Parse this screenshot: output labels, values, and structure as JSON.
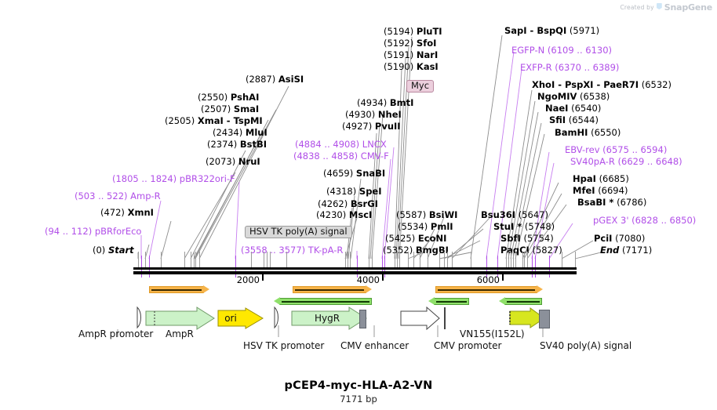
{
  "watermark": {
    "created_by": "Created by",
    "brand": "SnapGene"
  },
  "plasmid": {
    "name": "pCEP4-myc-HLA-A2-VN",
    "length": "7171 bp",
    "length_bp": 7171
  },
  "ruler": {
    "ticks": [
      {
        "label": "2000",
        "value": 2000
      },
      {
        "label": "4000",
        "value": 4000
      },
      {
        "label": "6000",
        "value": 6000
      }
    ]
  },
  "annotations": {
    "enzymes": [
      {
        "name": "Start",
        "pos": "(0)",
        "italic": true
      },
      {
        "name": "XmnI",
        "pos": "(472)"
      },
      {
        "name": "NruI",
        "pos": "(2073)"
      },
      {
        "name": "BstBI",
        "pos": "(2374)"
      },
      {
        "name": "MluI",
        "pos": "(2434)"
      },
      {
        "name": "XmaI - TspMI",
        "pos": "(2505)"
      },
      {
        "name": "SmaI",
        "pos": "(2507)"
      },
      {
        "name": "PshAI",
        "pos": "(2550)"
      },
      {
        "name": "AsiSI",
        "pos": "(2887)"
      },
      {
        "name": "MscI",
        "pos": "(4230)"
      },
      {
        "name": "BsrGI",
        "pos": "(4262)"
      },
      {
        "name": "SpeI",
        "pos": "(4318)"
      },
      {
        "name": "SnaBI",
        "pos": "(4659)"
      },
      {
        "name": "PvuII",
        "pos": "(4927)"
      },
      {
        "name": "NheI",
        "pos": "(4930)"
      },
      {
        "name": "BmtI",
        "pos": "(4934)"
      },
      {
        "name": "KasI",
        "pos": "(5190)"
      },
      {
        "name": "NarI",
        "pos": "(5191)"
      },
      {
        "name": "SfoI",
        "pos": "(5192)"
      },
      {
        "name": "PluTI",
        "pos": "(5194)"
      },
      {
        "name": "BmgBI",
        "pos": "(5352)"
      },
      {
        "name": "EcoNI",
        "pos": "(5425)"
      },
      {
        "name": "PmlI",
        "pos": "(5534)"
      },
      {
        "name": "BsiWI",
        "pos": "(5587)"
      },
      {
        "name": "Bsu36I",
        "pos": "(5647)"
      },
      {
        "name": "StuI *",
        "pos": "(5748)"
      },
      {
        "name": "SbfI",
        "pos": "(5754)"
      },
      {
        "name": "PaqCI",
        "pos": "(5827)"
      },
      {
        "name": "SapI - BspQI",
        "pos": "(5971)"
      },
      {
        "name": "XhoI - PspXI - PaeR7I",
        "pos": "(6532)"
      },
      {
        "name": "NgoMIV",
        "pos": "(6538)"
      },
      {
        "name": "NaeI",
        "pos": "(6540)"
      },
      {
        "name": "SfiI",
        "pos": "(6544)"
      },
      {
        "name": "BamHI",
        "pos": "(6550)"
      },
      {
        "name": "HpaI",
        "pos": "(6685)"
      },
      {
        "name": "MfeI",
        "pos": "(6694)"
      },
      {
        "name": "BsaBI *",
        "pos": "(6786)"
      },
      {
        "name": "PciI",
        "pos": "(7080)"
      },
      {
        "name": "End",
        "pos": "(7171)",
        "italic": true
      }
    ],
    "primers": [
      {
        "name": "pBRforEco",
        "pos": "(94 .. 112)"
      },
      {
        "name": "Amp-R",
        "pos": "(503 .. 522)"
      },
      {
        "name": "pBR322ori-F",
        "pos": "(1805 .. 1824)"
      },
      {
        "name": "TK-pA-R",
        "pos": "(3558 .. 3577)"
      },
      {
        "name": "CMV-F",
        "pos": "(4838 .. 4858)"
      },
      {
        "name": "LNCX",
        "pos": "(4884 .. 4908)"
      },
      {
        "name": "EGFP-N",
        "pos": "(6109 .. 6130)"
      },
      {
        "name": "EXFP-R",
        "pos": "(6370 .. 6389)"
      },
      {
        "name": "EBV-rev",
        "pos": "(6575 .. 6594)"
      },
      {
        "name": "SV40pA-R",
        "pos": "(6629 .. 6648)"
      },
      {
        "name": "pGEX 3'",
        "pos": "(6828 .. 6850)"
      }
    ],
    "tags": [
      {
        "name": "HSV TK poly(A) signal",
        "style": "grey"
      },
      {
        "name": "Myc",
        "style": "pink"
      }
    ]
  },
  "features": [
    {
      "name": "AmpR promoter"
    },
    {
      "name": "AmpR"
    },
    {
      "name": "ori"
    },
    {
      "name": "HSV TK promoter"
    },
    {
      "name": "HygR"
    },
    {
      "name": "CMV enhancer"
    },
    {
      "name": "CMV promoter"
    },
    {
      "name": "VN155(I152L)"
    },
    {
      "name": "SV40 poly(A) signal"
    }
  ],
  "colors": {
    "primer_purple": "#b14fe8",
    "gene_green": "#ccf2c8",
    "ori_yellow": "#ffe800",
    "vn_yellow": "#d7e61f",
    "orange_arrow": "#f6b44a",
    "green_arrow": "#8fe06a",
    "grey_box": "#8b909a",
    "backbone": "#000000"
  }
}
